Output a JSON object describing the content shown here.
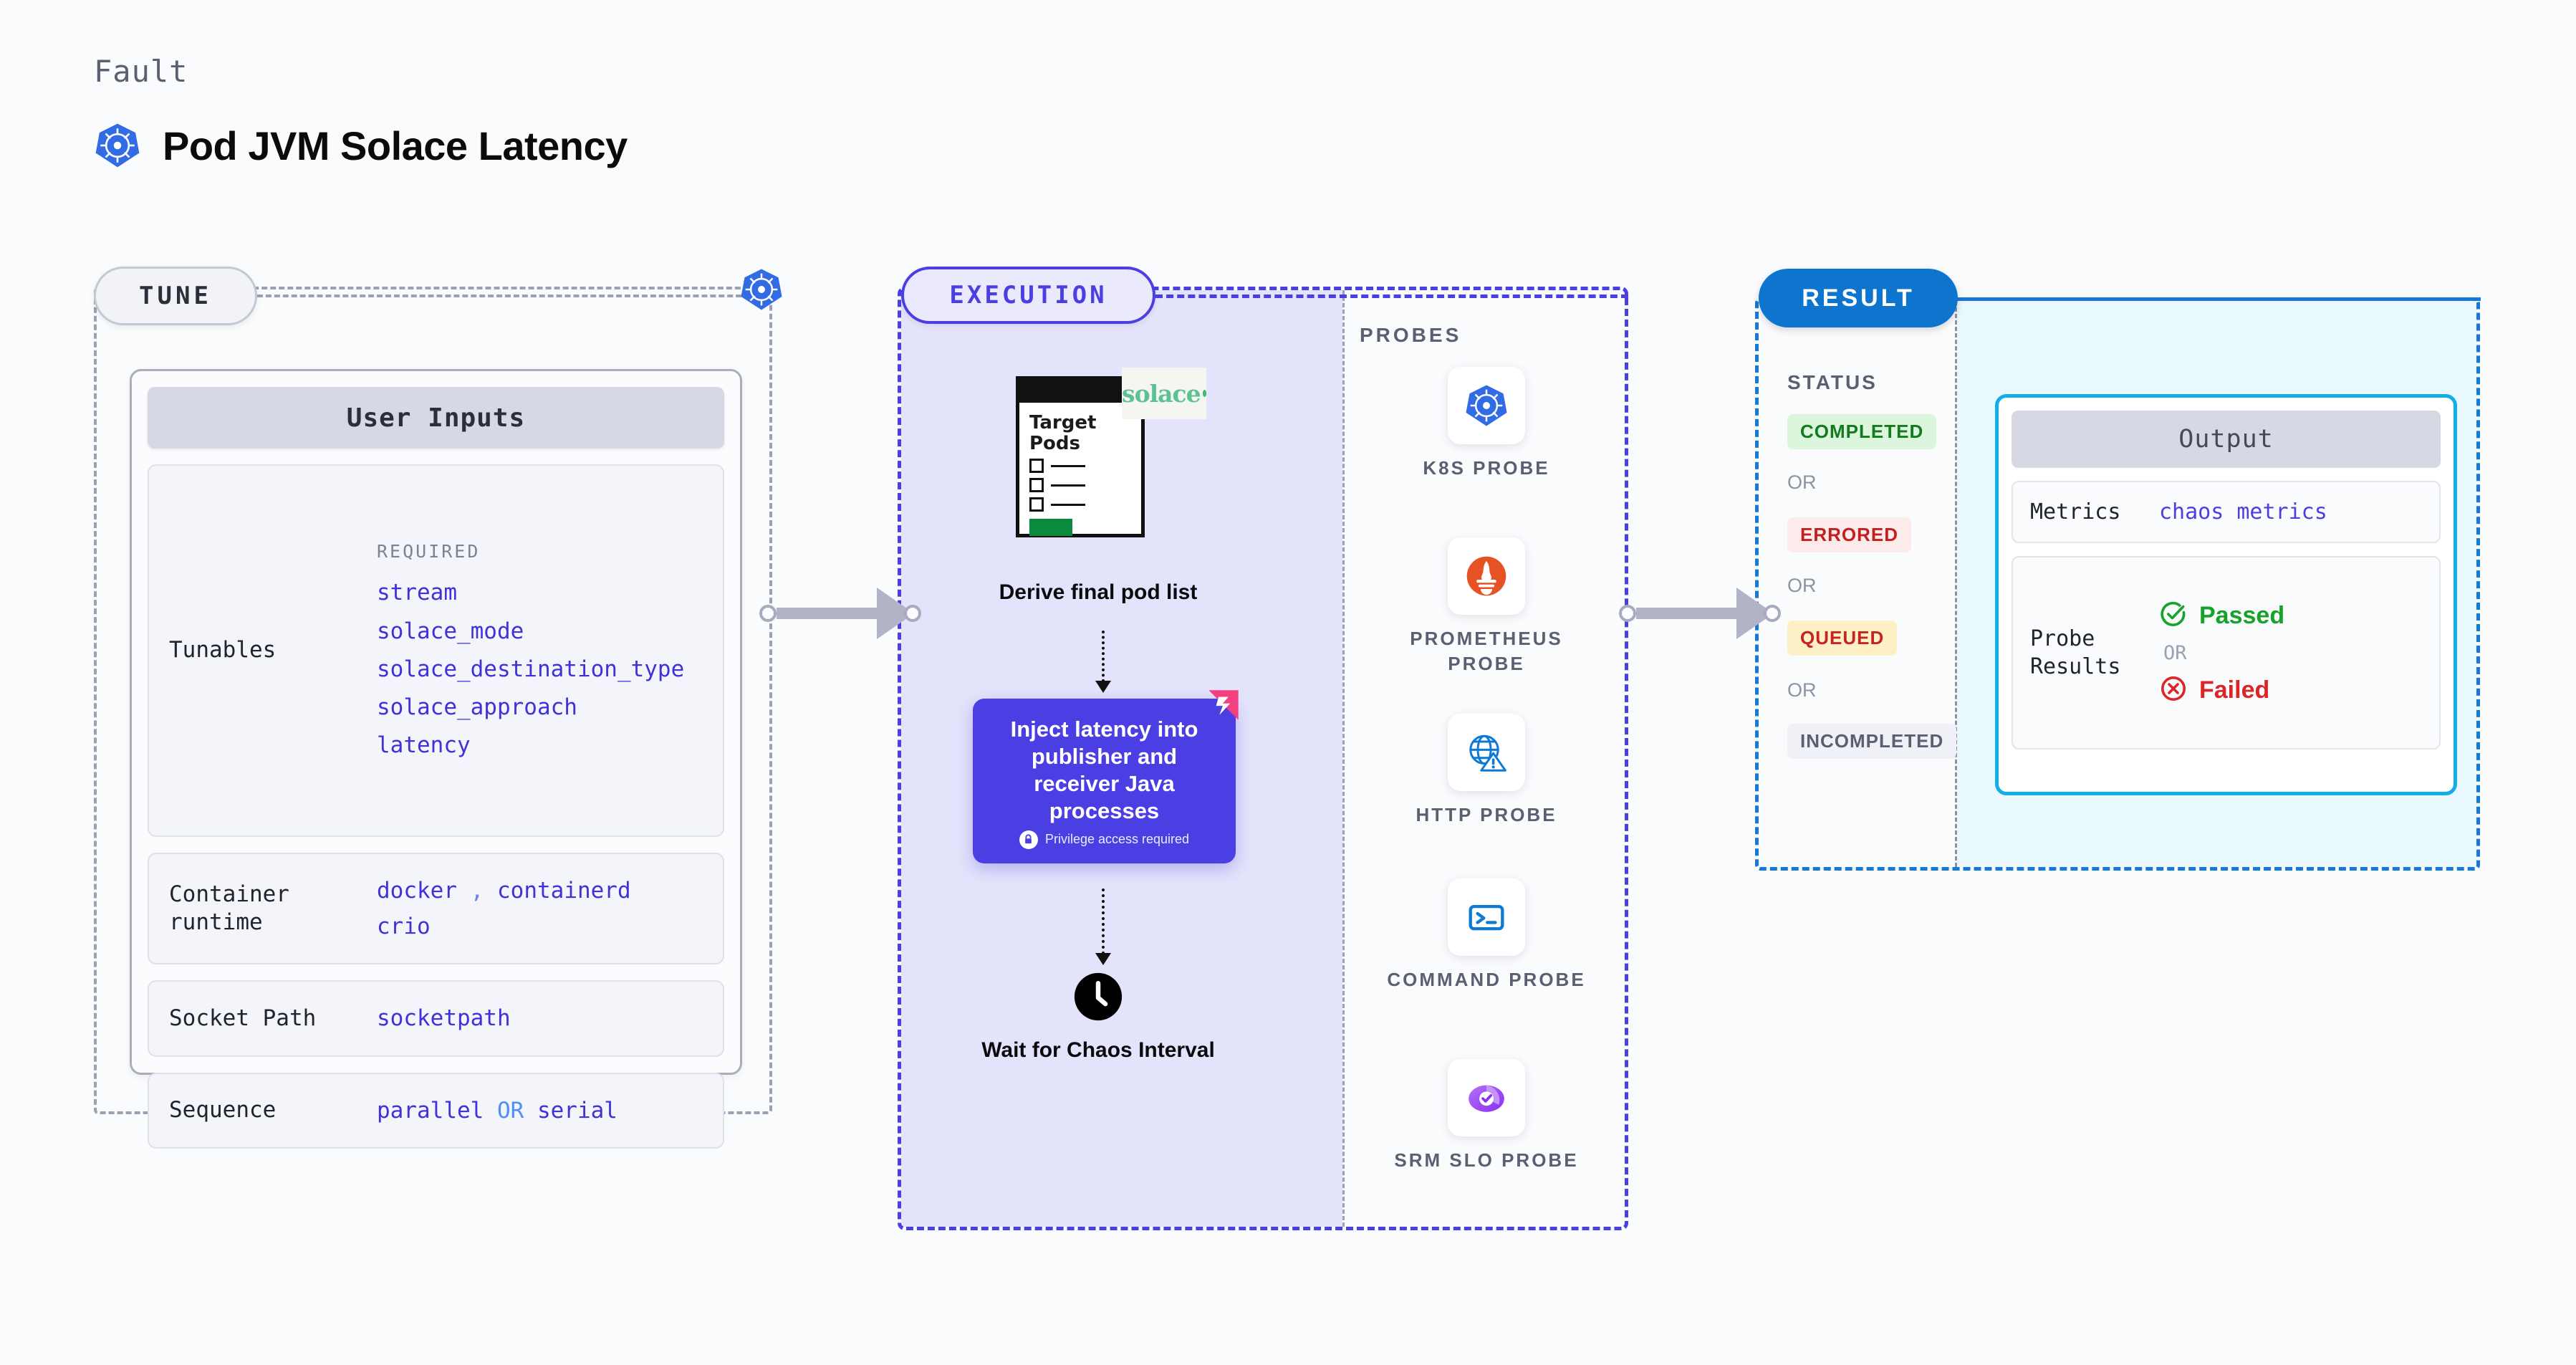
{
  "header": {
    "eyebrow": "Fault",
    "title": "Pod JVM Solace Latency",
    "icon": "kubernetes-icon"
  },
  "tune": {
    "pill_label": "TUNE",
    "badge_icon": "kubernetes-icon",
    "card": {
      "heading": "User Inputs",
      "rows": [
        {
          "label": "Tunables",
          "required_label": "REQUIRED",
          "values": [
            "stream",
            "solace_mode",
            "solace_destination_type",
            "solace_approach",
            "latency"
          ]
        },
        {
          "label": "Container runtime",
          "values": [
            "docker",
            "containerd",
            "crio"
          ],
          "separator": ","
        },
        {
          "label": "Socket Path",
          "values": [
            "socketpath"
          ]
        },
        {
          "label": "Sequence",
          "values": [
            "parallel",
            "serial"
          ],
          "joiner": "OR"
        }
      ]
    }
  },
  "execution": {
    "pill_label": "EXECUTION",
    "steps": {
      "derive": {
        "caption": "Derive final pod list",
        "doc_title": "Target Pods",
        "logo_text": "solace",
        "doc_icon": "document-checklist-icon"
      },
      "inject": {
        "text": "Inject latency into publisher and receiver Java processes",
        "privilege_note": "Privilege access required",
        "lock_icon": "lock-icon",
        "ribbon_icon": "harness-ribbon-icon"
      },
      "wait": {
        "caption": "Wait for Chaos Interval",
        "icon": "clock-icon"
      }
    },
    "probes": {
      "heading": "PROBES",
      "items": [
        {
          "name": "K8S PROBE",
          "icon": "kubernetes-icon"
        },
        {
          "name": "PROMETHEUS PROBE",
          "icon": "prometheus-icon"
        },
        {
          "name": "HTTP PROBE",
          "icon": "globe-warning-icon"
        },
        {
          "name": "COMMAND PROBE",
          "icon": "terminal-icon"
        },
        {
          "name": "SRM SLO PROBE",
          "icon": "srm-slo-icon"
        }
      ]
    }
  },
  "result": {
    "pill_label": "RESULT",
    "status": {
      "heading": "STATUS",
      "or_label": "OR",
      "badges": [
        {
          "label": "COMPLETED",
          "bg": "#dcf5dd",
          "fg": "#127a1f"
        },
        {
          "label": "ERRORED",
          "bg": "#fdeaea",
          "fg": "#c21f1f"
        },
        {
          "label": "QUEUED",
          "bg": "#fdf0c6",
          "fg": "#c62424"
        },
        {
          "label": "INCOMPLETED",
          "bg": "#f0f1f6",
          "fg": "#5a6072"
        }
      ]
    },
    "output": {
      "heading": "Output",
      "rows": [
        {
          "label": "Metrics",
          "value": "chaos metrics"
        },
        {
          "label": "Probe Results",
          "passed": "Passed",
          "or_label": "OR",
          "failed": "Failed",
          "passed_icon": "check-circle-icon",
          "failed_icon": "x-circle-icon"
        }
      ]
    }
  },
  "colors": {
    "accent_purple": "#4b3fe4",
    "accent_blue": "#0d75cd",
    "accent_cyan": "#12aee6",
    "k8s_blue": "#326ce5",
    "pass_green": "#16a32a",
    "fail_red": "#dc2626"
  }
}
